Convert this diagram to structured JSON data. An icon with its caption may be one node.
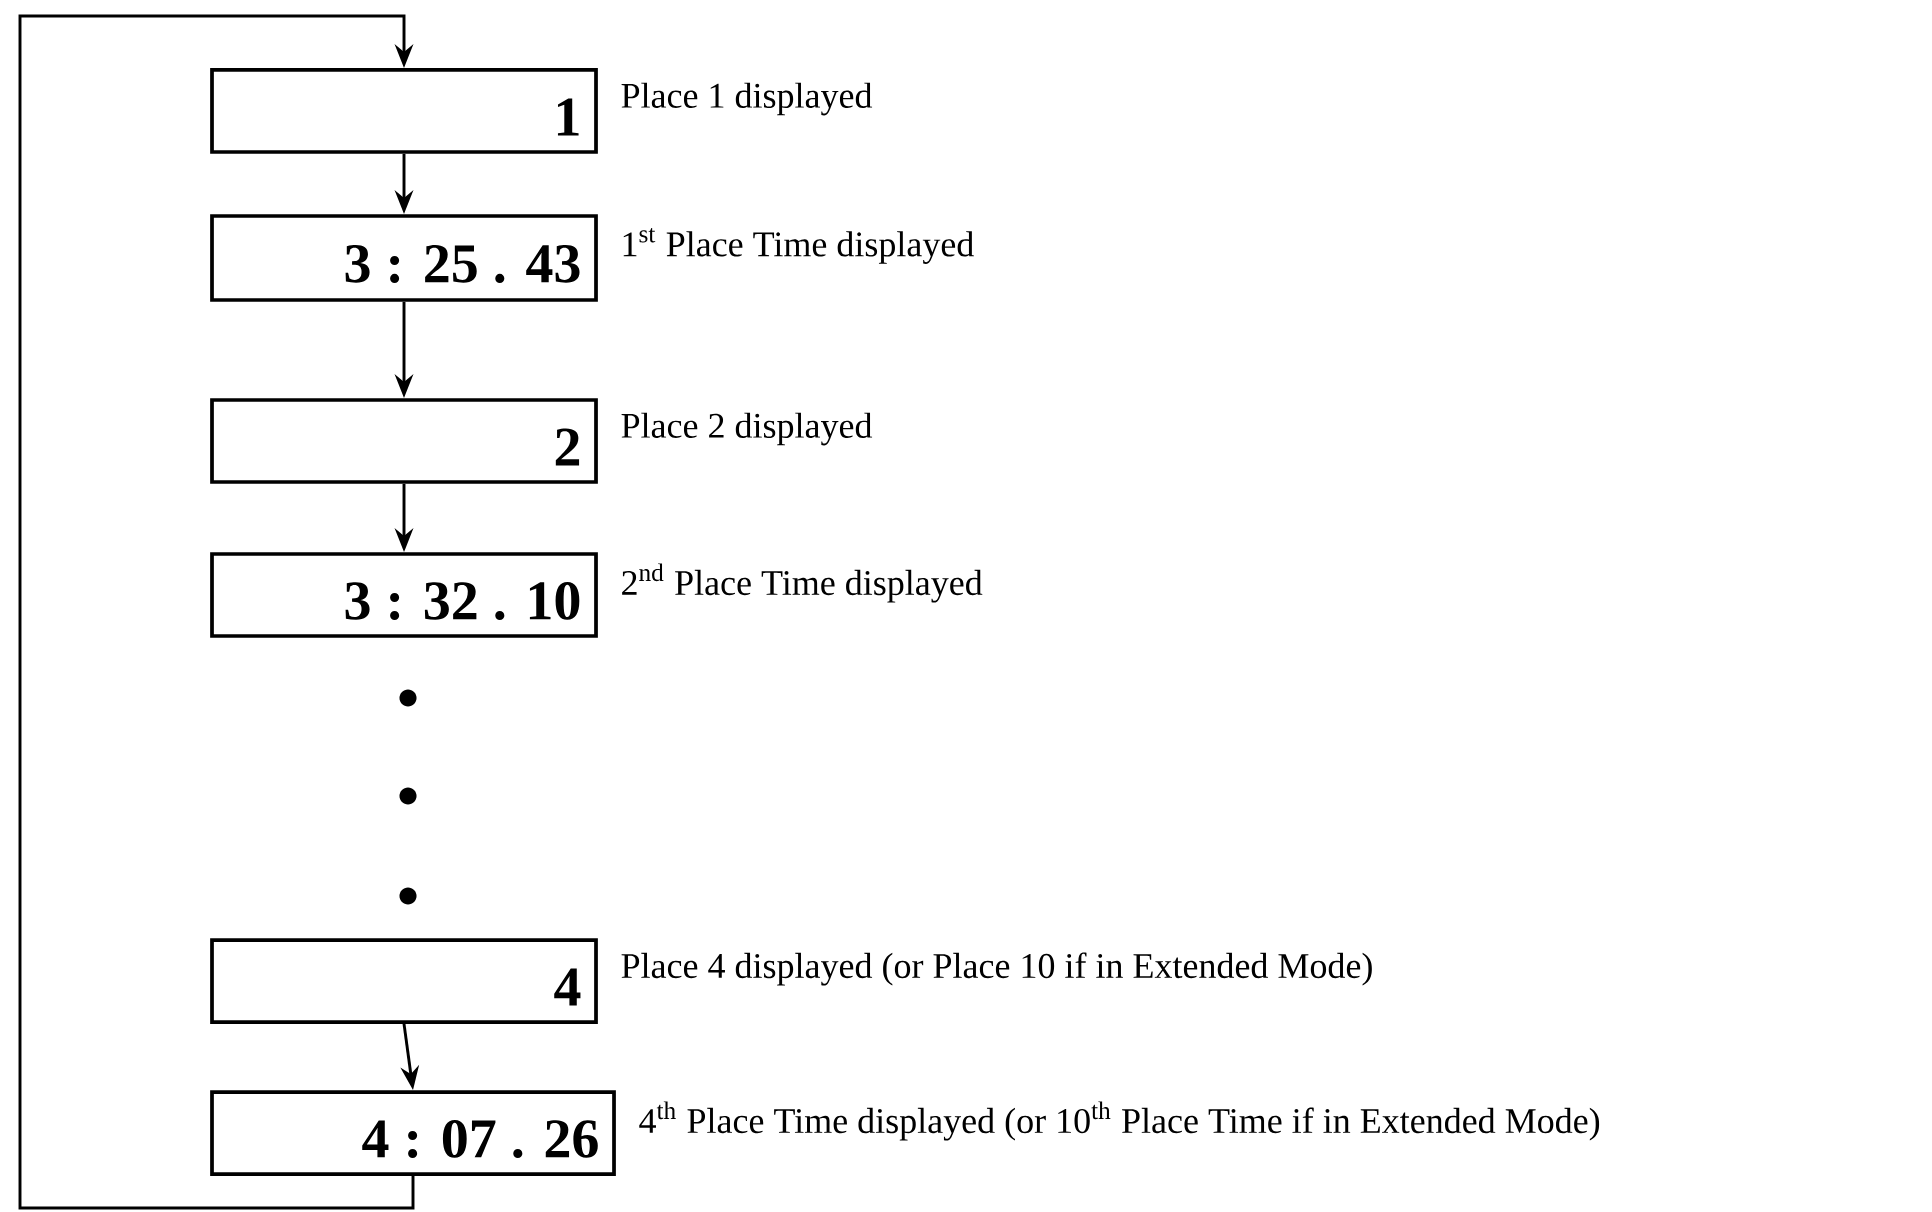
{
  "diagram": {
    "nodes": [
      {
        "text": [
          "1"
        ],
        "beside": [
          "Place 1 displayed"
        ]
      },
      {
        "text": [
          "3 : 25 . 43"
        ],
        "beside": [
          "1$^{st}$ Place Time displayed"
        ]
      },
      {
        "text": [
          "2"
        ],
        "beside": [
          "Place 2 displayed"
        ]
      },
      {
        "text": [
          "3 : 32 . 10"
        ],
        "beside": [
          "2$^{nd}$ Place Time displayed"
        ]
      },
      {
        "text": [
          "4"
        ],
        "beside": [
          "Place 4 displayed  (or Place 10 if in Extended Mode)"
        ]
      },
      {
        "text": [
          "4 : 07 . 26"
        ],
        "beside": [
          "4$^{th}$ Place Time displayed  (or 10$^{th}$ Place Time if in Extended Mode)"
        ]
      }
    ],
    "edges": [
      {
        "from": 0,
        "to": 1,
        "arrow": "to"
      },
      {
        "from": 1,
        "to": 2,
        "arrow": "to"
      },
      {
        "from": 2,
        "to": 3,
        "arrow": "to"
      },
      {
        "from": 4,
        "to": 5,
        "arrow": "to"
      },
      {
        "from": 5,
        "to": 0,
        "arrow": "to"
      }
    ]
  }
}
